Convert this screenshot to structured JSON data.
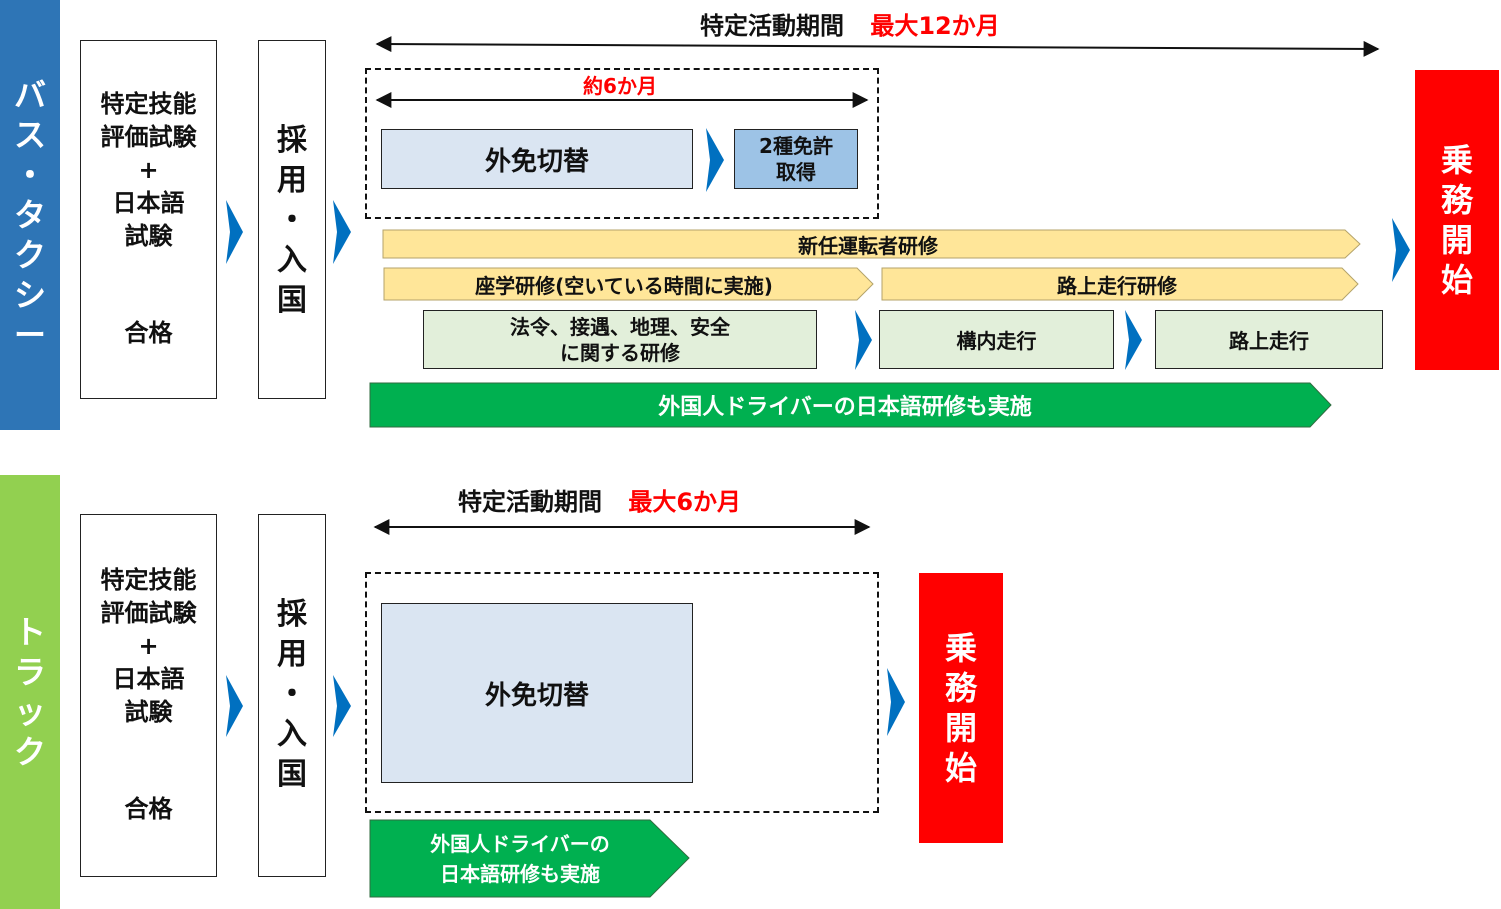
{
  "bus_taxi": {
    "side_label": [
      "バ",
      "ス",
      "・",
      "タ",
      "ク",
      "シ",
      "ー"
    ],
    "qualify": [
      "特定技能",
      "評価試験",
      "+",
      "日本語",
      "試験",
      "合格"
    ],
    "hire": [
      "採",
      "用",
      "・",
      "入",
      "国"
    ],
    "period_label": "特定活動期間",
    "period_max": "最大12か月",
    "sub_period": "約6か月",
    "license_conversion": "外免切替",
    "second_class_license": [
      "2種免許",
      "取得"
    ],
    "new_driver_training": "新任運転者研修",
    "classroom_training": "座学研修(空いている時間に実施)",
    "road_training": "路上走行研修",
    "law_training": [
      "法令、接遇、地理、安全",
      "に関する研修"
    ],
    "course_driving": "構内走行",
    "road_driving": "路上走行",
    "japanese_training": "外国人ドライバーの日本語研修も実施",
    "start_duty": [
      "乗",
      "務",
      "開",
      "始"
    ]
  },
  "truck": {
    "side_label": [
      "ト",
      "ラ",
      "ッ",
      "ク"
    ],
    "qualify": [
      "特定技能",
      "評価試験",
      "+",
      "日本語",
      "試験",
      "合格"
    ],
    "hire": [
      "採",
      "用",
      "・",
      "入",
      "国"
    ],
    "period_label": "特定活動期間",
    "period_max": "最大6か月",
    "license_conversion": "外免切替",
    "japanese_training": [
      "外国人ドライバーの",
      "日本語研修も実施"
    ],
    "start_duty": [
      "乗",
      "務",
      "開",
      "始"
    ]
  },
  "colors": {
    "bus_side": "#2e75b6",
    "truck_side": "#92d050",
    "chevron": "#0070c0",
    "light_blue": "#dae5f2",
    "mid_blue": "#9dc3e6",
    "yellow": "#ffe699",
    "light_green": "#e2efda",
    "green": "#00b050",
    "red": "#ff0000"
  }
}
